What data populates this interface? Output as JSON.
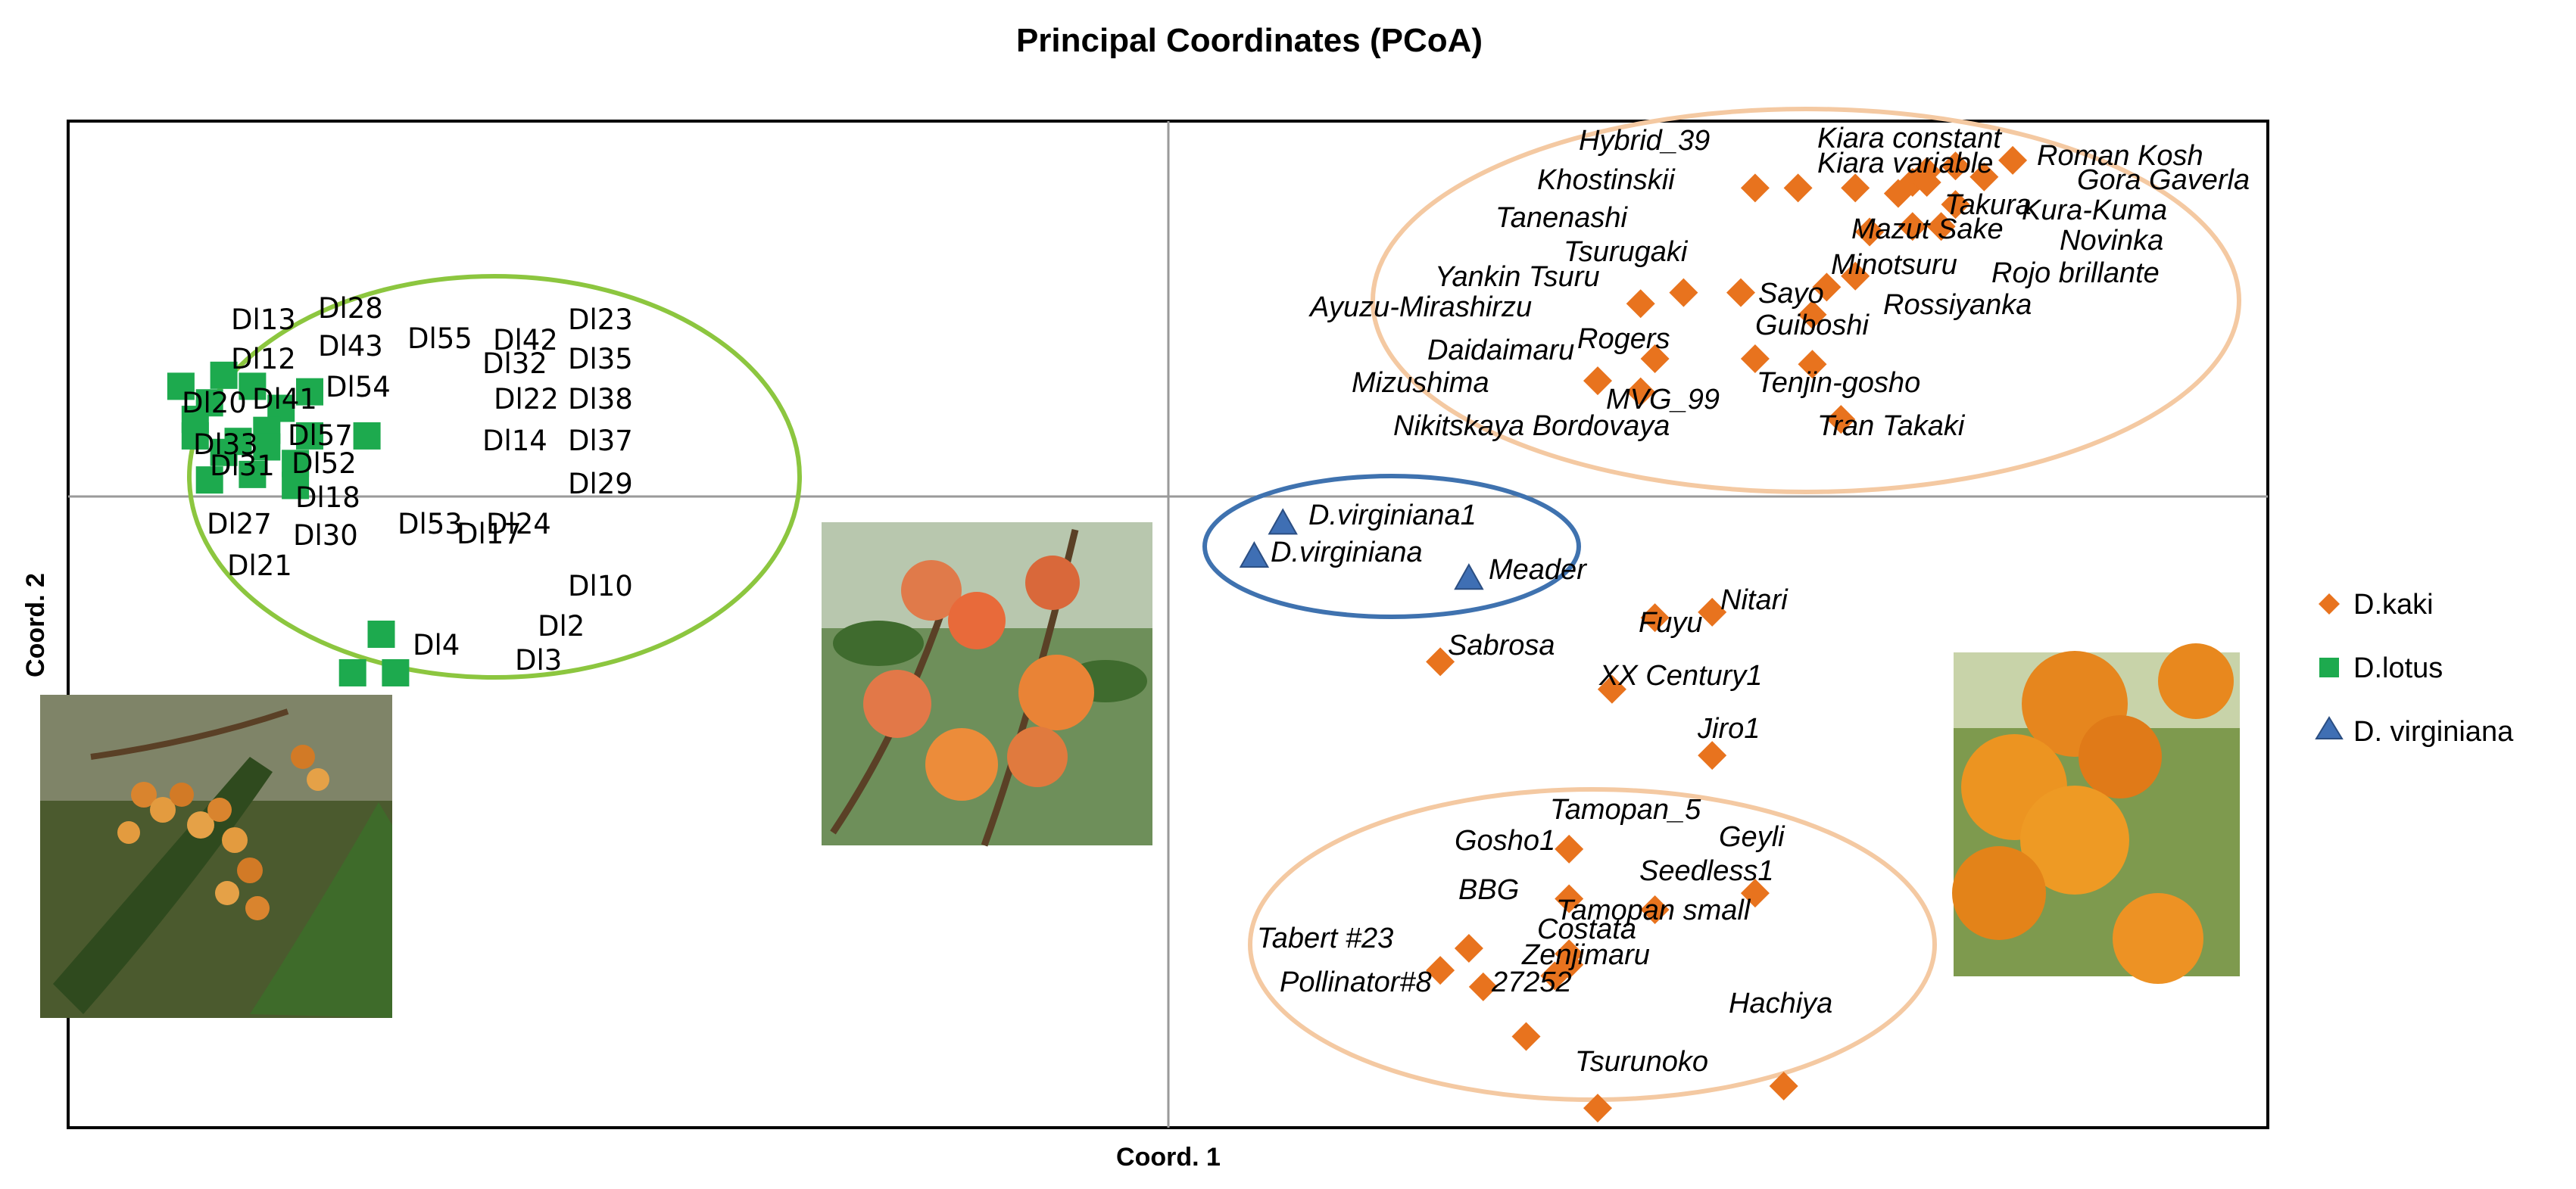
{
  "chart_data": {
    "type": "scatter",
    "title": "Principal Coordinates (PCoA)",
    "xlabel": "Coord. 1",
    "ylabel": "Coord. 2",
    "legend_position": "right",
    "axes_cross_at_origin": true,
    "colors": {
      "kaki": "#E8731E",
      "lotus": "#1DAA4E",
      "virginiana": "#3F6FB4"
    },
    "series": [
      {
        "name": "D.kaki",
        "marker": "diamond",
        "color": "#E8731E"
      },
      {
        "name": "D.lotus",
        "marker": "square",
        "color": "#1DAA4E"
      },
      {
        "name": "D. virginiana",
        "marker": "triangle",
        "color": "#3F6FB4"
      }
    ],
    "lotus_points": [
      [
        -0.69,
        0.2
      ],
      [
        -0.66,
        0.22
      ],
      [
        -0.64,
        0.2
      ],
      [
        -0.67,
        0.17
      ],
      [
        -0.62,
        0.16
      ],
      [
        -0.63,
        0.12
      ],
      [
        -0.65,
        0.1
      ],
      [
        -0.68,
        0.11
      ],
      [
        -0.6,
        0.11
      ],
      [
        -0.61,
        0.06
      ],
      [
        -0.64,
        0.04
      ],
      [
        -0.67,
        0.03
      ],
      [
        -0.61,
        0.02
      ],
      [
        -0.56,
        0.11
      ],
      [
        -0.66,
        0.08
      ],
      [
        -0.6,
        0.19
      ],
      [
        -0.68,
        0.14
      ],
      [
        -0.63,
        0.09
      ],
      [
        -0.55,
        -0.25
      ],
      [
        -0.57,
        -0.32
      ],
      [
        -0.54,
        -0.32
      ]
    ],
    "lotus_labels": [
      "Dl13",
      "Dl28",
      "Dl12",
      "Dl43",
      "Dl20",
      "Dl41",
      "Dl55",
      "Dl54",
      "Dl33",
      "Dl57",
      "Dl31",
      "Dl52",
      "Dl18",
      "Dl27",
      "Dl30",
      "Dl21",
      "Dl53",
      "Dl17",
      "Dl24",
      "Dl42",
      "Dl32",
      "Dl23",
      "Dl35",
      "Dl22",
      "Dl38",
      "Dl14",
      "Dl37",
      "Dl29",
      "Dl10",
      "Dl2",
      "Dl4",
      "Dl3"
    ],
    "kaki_points": [
      {
        "label": "Hybrid_39",
        "x": 0.48,
        "y": 0.56
      },
      {
        "label": "Kiara constant",
        "x": 0.53,
        "y": 0.59
      },
      {
        "label": "Kiara variable",
        "x": 0.55,
        "y": 0.6
      },
      {
        "label": "Roman Kosh",
        "x": 0.59,
        "y": 0.61
      },
      {
        "label": "Gora Gaverla",
        "x": 0.52,
        "y": 0.57
      },
      {
        "label": "Khostinskii",
        "x": 0.41,
        "y": 0.56
      },
      {
        "label": "Tanenashi",
        "x": 0.44,
        "y": 0.56
      },
      {
        "label": "Takura",
        "x": 0.57,
        "y": 0.58
      },
      {
        "label": "Kura-Kuma",
        "x": 0.55,
        "y": 0.53
      },
      {
        "label": "Mazut Sake",
        "x": 0.51,
        "y": 0.55
      },
      {
        "label": "Novinka",
        "x": 0.53,
        "y": 0.57
      },
      {
        "label": "Tsurugaki",
        "x": 0.49,
        "y": 0.48
      },
      {
        "label": "Minotsuru",
        "x": 0.54,
        "y": 0.49
      },
      {
        "label": "Rojo brillante",
        "x": 0.52,
        "y": 0.49
      },
      {
        "label": "Yankin Tsuru",
        "x": 0.36,
        "y": 0.37
      },
      {
        "label": "Sayo",
        "x": 0.46,
        "y": 0.38
      },
      {
        "label": "Ayuzu-Mirashirzu",
        "x": 0.33,
        "y": 0.35
      },
      {
        "label": "Rossiyanka",
        "x": 0.48,
        "y": 0.4
      },
      {
        "label": "Rogers",
        "x": 0.4,
        "y": 0.37
      },
      {
        "label": "Guiboshi",
        "x": 0.45,
        "y": 0.33
      },
      {
        "label": "Daidaimaru",
        "x": 0.34,
        "y": 0.25
      },
      {
        "label": "Mizushima",
        "x": 0.3,
        "y": 0.21
      },
      {
        "label": "MVG_99",
        "x": 0.41,
        "y": 0.25
      },
      {
        "label": "Tenjin-gosho",
        "x": 0.45,
        "y": 0.24
      },
      {
        "label": "Nikitskaya Bordovaya",
        "x": 0.33,
        "y": 0.19
      },
      {
        "label": "Tran Takaki",
        "x": 0.47,
        "y": 0.14
      },
      {
        "label": "Nitari",
        "x": 0.38,
        "y": -0.21
      },
      {
        "label": "Fuyu",
        "x": 0.34,
        "y": -0.22
      },
      {
        "label": "Sabrosa",
        "x": 0.19,
        "y": -0.3
      },
      {
        "label": "XX Century1",
        "x": 0.31,
        "y": -0.35
      },
      {
        "label": "Jiro1",
        "x": 0.38,
        "y": -0.47
      },
      {
        "label": "Tamopan_5",
        "x": 0.28,
        "y": -0.64
      },
      {
        "label": "Geyli",
        "x": 0.41,
        "y": -0.72
      },
      {
        "label": "Gosho1",
        "x": 0.28,
        "y": -0.73
      },
      {
        "label": "Seedless1",
        "x": 0.34,
        "y": -0.75
      },
      {
        "label": "BBG",
        "x": 0.21,
        "y": -0.82
      },
      {
        "label": "Tamopan small",
        "x": 0.28,
        "y": -0.83
      },
      {
        "label": "Costata",
        "x": 0.28,
        "y": -0.85
      },
      {
        "label": "Tabert #23",
        "x": 0.19,
        "y": -0.86
      },
      {
        "label": "Zenjimaru",
        "x": 0.27,
        "y": -0.87
      },
      {
        "label": "Pollinator#8",
        "x": 0.22,
        "y": -0.89
      },
      {
        "label": "27252",
        "x": 0.25,
        "y": -0.98
      },
      {
        "label": "Hachiya",
        "x": 0.43,
        "y": -1.07
      },
      {
        "label": "Tsurunoko",
        "x": 0.3,
        "y": -1.11
      }
    ],
    "virginiana_points": [
      {
        "label": "D.virginiana1",
        "x": 0.08,
        "y": -0.05
      },
      {
        "label": "D.virginiana",
        "x": 0.06,
        "y": -0.11
      },
      {
        "label": "Meader",
        "x": 0.21,
        "y": -0.15
      }
    ]
  }
}
